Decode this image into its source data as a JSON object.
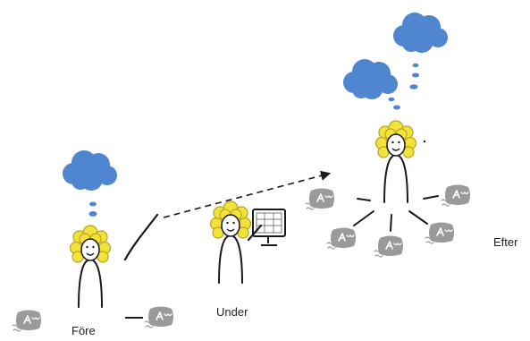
{
  "stages": [
    {
      "label": "Före"
    },
    {
      "label": "Under"
    },
    {
      "label": "Efter"
    }
  ],
  "colors": {
    "hair": "#f3e23a",
    "hair_outline": "#b8a420",
    "thought": "#4f86cf",
    "note": "#9a9a9a",
    "ink": "#1b1b1b"
  },
  "icons": {
    "note": "sticky-note-icon",
    "person": "person-icon",
    "thought": "thought-cloud-icon",
    "screen": "screen-icon"
  }
}
